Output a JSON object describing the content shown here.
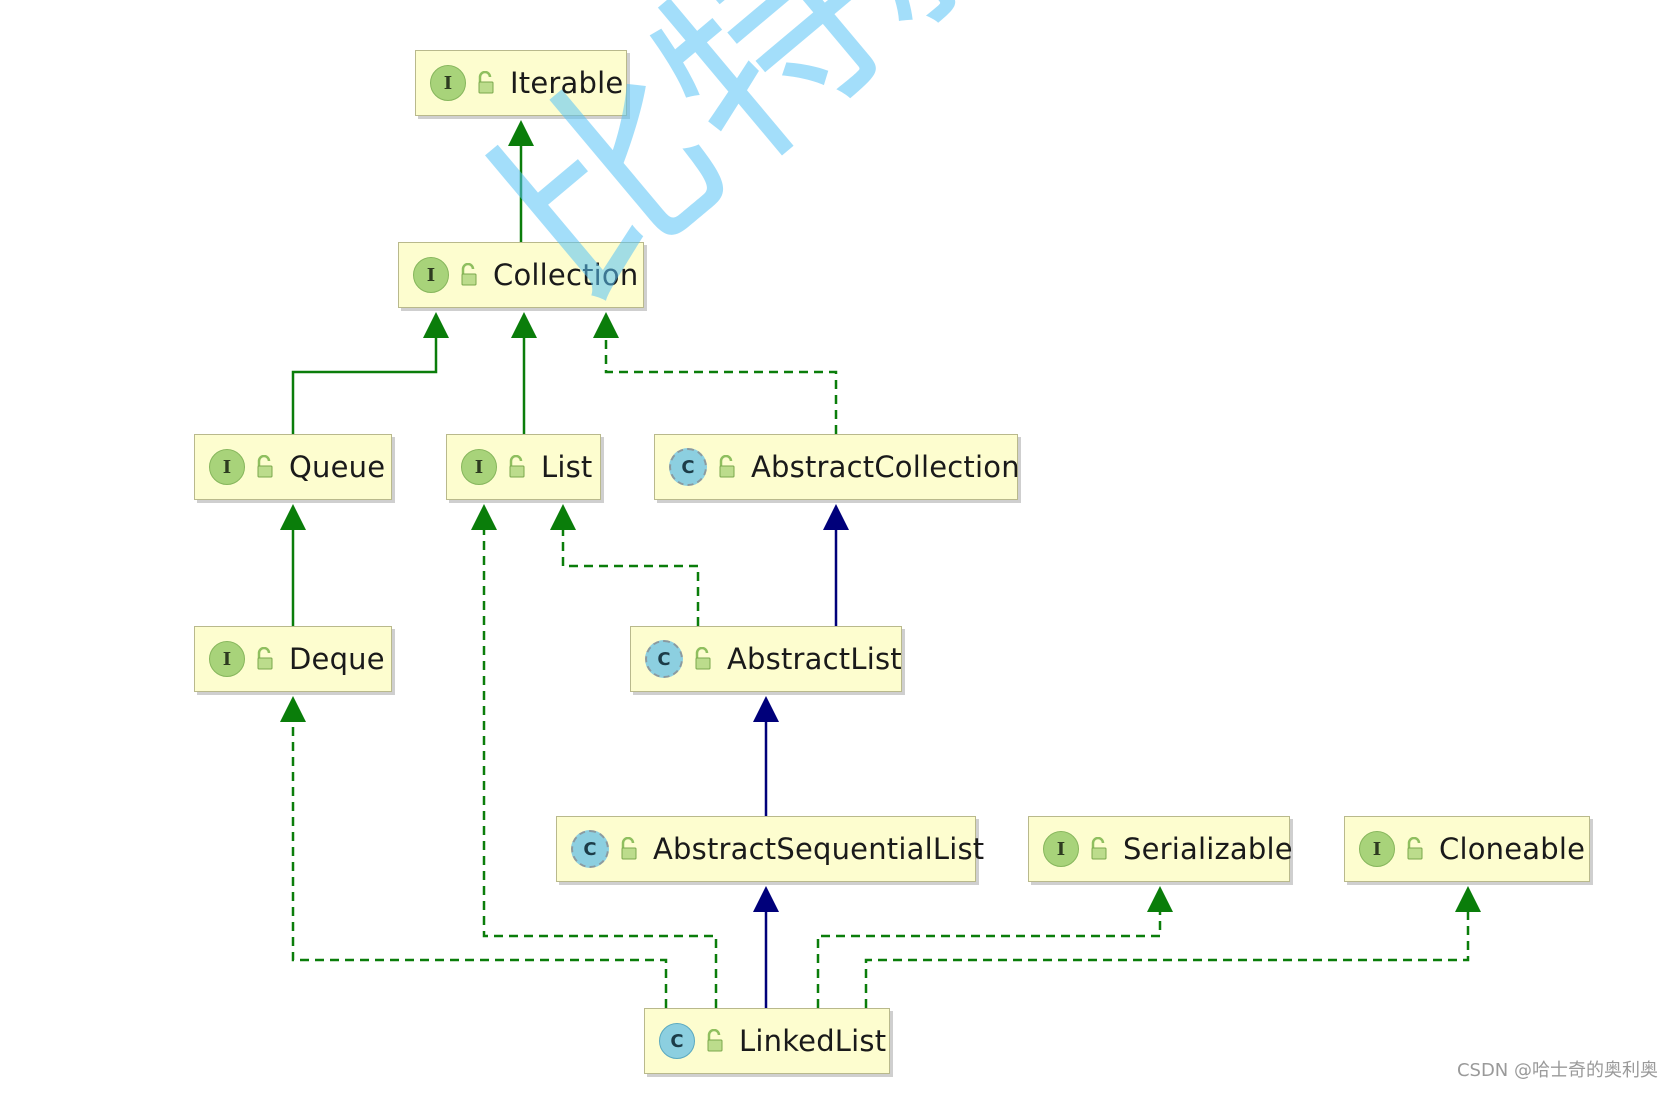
{
  "diagram": {
    "nodes": [
      {
        "id": "Iterable",
        "label": "Iterable",
        "kind": "interface",
        "badge": "I"
      },
      {
        "id": "Collection",
        "label": "Collection",
        "kind": "interface",
        "badge": "I"
      },
      {
        "id": "Queue",
        "label": "Queue",
        "kind": "interface",
        "badge": "I"
      },
      {
        "id": "List",
        "label": "List",
        "kind": "interface",
        "badge": "I"
      },
      {
        "id": "AbstractCollection",
        "label": "AbstractCollection",
        "kind": "abstract",
        "badge": "C"
      },
      {
        "id": "Deque",
        "label": "Deque",
        "kind": "interface",
        "badge": "I"
      },
      {
        "id": "AbstractList",
        "label": "AbstractList",
        "kind": "abstract",
        "badge": "C"
      },
      {
        "id": "AbstractSequentialList",
        "label": "AbstractSequentialList",
        "kind": "abstract",
        "badge": "C"
      },
      {
        "id": "Serializable",
        "label": "Serializable",
        "kind": "interface",
        "badge": "I"
      },
      {
        "id": "Cloneable",
        "label": "Cloneable",
        "kind": "interface",
        "badge": "I"
      },
      {
        "id": "LinkedList",
        "label": "LinkedList",
        "kind": "class",
        "badge": "C"
      }
    ],
    "edges": [
      {
        "from": "Collection",
        "to": "Iterable",
        "type": "interface-extends"
      },
      {
        "from": "Queue",
        "to": "Collection",
        "type": "interface-extends"
      },
      {
        "from": "List",
        "to": "Collection",
        "type": "interface-extends"
      },
      {
        "from": "AbstractCollection",
        "to": "Collection",
        "type": "implements"
      },
      {
        "from": "Deque",
        "to": "Queue",
        "type": "interface-extends"
      },
      {
        "from": "AbstractList",
        "to": "List",
        "type": "implements"
      },
      {
        "from": "AbstractList",
        "to": "AbstractCollection",
        "type": "class-extends"
      },
      {
        "from": "AbstractSequentialList",
        "to": "AbstractList",
        "type": "class-extends"
      },
      {
        "from": "LinkedList",
        "to": "AbstractSequentialList",
        "type": "class-extends"
      },
      {
        "from": "LinkedList",
        "to": "Deque",
        "type": "implements"
      },
      {
        "from": "LinkedList",
        "to": "List",
        "type": "implements"
      },
      {
        "from": "LinkedList",
        "to": "Serializable",
        "type": "implements"
      },
      {
        "from": "LinkedList",
        "to": "Cloneable",
        "type": "implements"
      }
    ],
    "edge_colors": {
      "interface-extends": "#0a7d0a",
      "implements": "#0a7d0a",
      "class-extends": "#00007a"
    }
  },
  "colors": {
    "node_fill": "#fdfdcf",
    "interface_badge": "#a8d37a",
    "class_badge": "#8ccfe0",
    "watermark": "#58c3f5"
  },
  "watermark_text": "比特就业",
  "credit_text": "CSDN @哈士奇的奥利奥"
}
